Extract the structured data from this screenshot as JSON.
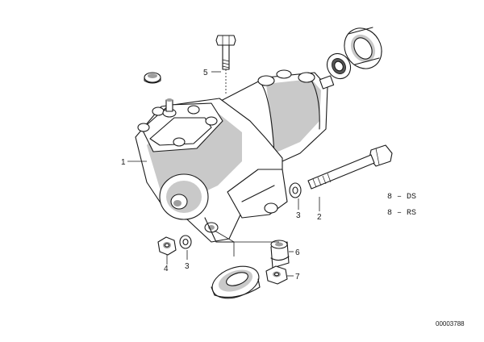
{
  "callouts": [
    {
      "id": "c1",
      "label": "1"
    },
    {
      "id": "c2",
      "label": "2"
    },
    {
      "id": "c3a",
      "label": "3"
    },
    {
      "id": "c3b",
      "label": "3"
    },
    {
      "id": "c4",
      "label": "4"
    },
    {
      "id": "c5",
      "label": "5"
    },
    {
      "id": "c6",
      "label": "6"
    },
    {
      "id": "c7",
      "label": "7"
    }
  ],
  "notes": [
    {
      "text": "8 – DS"
    },
    {
      "text": "8 – RS"
    }
  ],
  "reference_code": "00003788"
}
